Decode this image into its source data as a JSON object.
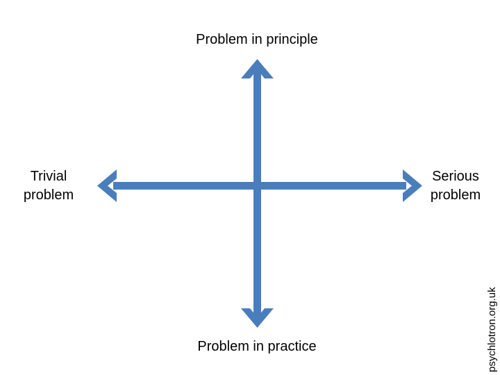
{
  "diagram": {
    "type": "two-axis-quadrant",
    "background_color": "#ffffff",
    "arrow_color": "#4a7ebb",
    "text_color": "#000000",
    "axes": {
      "vertical": {
        "name": "principle-practice-axis",
        "top_label": "Problem in principle",
        "bottom_label": "Problem in practice",
        "style": "double-headed-arrow"
      },
      "horizontal": {
        "name": "trivial-serious-axis",
        "left_label": "Trivial\nproblem",
        "right_label": "Serious\nproblem",
        "style": "double-headed-arrow"
      }
    },
    "labels": {
      "top": "Problem in principle",
      "bottom": "Problem in practice",
      "left": "Trivial\nproblem",
      "right": "Serious\nproblem"
    }
  },
  "watermark": {
    "text": "psychlotron.org.uk",
    "orientation": "vertical-bottom-to-top"
  }
}
